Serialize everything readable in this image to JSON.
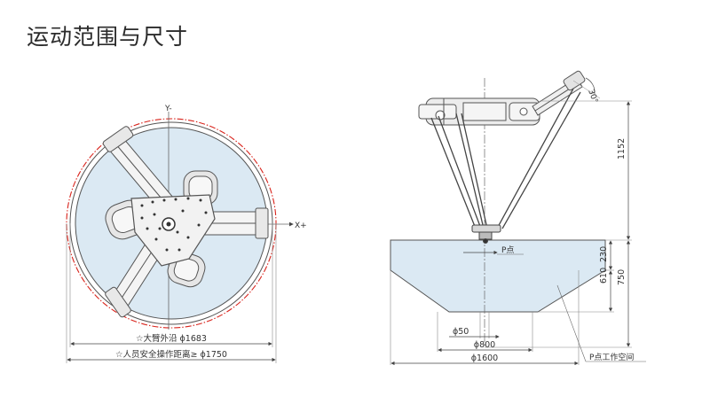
{
  "page": {
    "title": "运动范围与尺寸"
  },
  "top_view": {
    "axis_y_label": "Y-",
    "axis_x_label": "X+",
    "dim_arm_edge": "☆大臂外沿 ϕ1683",
    "dim_safety": "☆人员安全操作距离≥ ϕ1750",
    "colors": {
      "workspace_fill": "#dbe9f3",
      "safety_circle": "#d9241c",
      "line": "#555555"
    }
  },
  "side_view": {
    "angle_label": "30°",
    "dim_height": "1152",
    "dim_230": "230",
    "dim_610": "610",
    "dim_750": "750",
    "point_label": "P点",
    "dim_d50": "ϕ50",
    "dim_d800": "ϕ800",
    "dim_d1600": "ϕ1600",
    "workspace_label": "P点工作空间"
  }
}
